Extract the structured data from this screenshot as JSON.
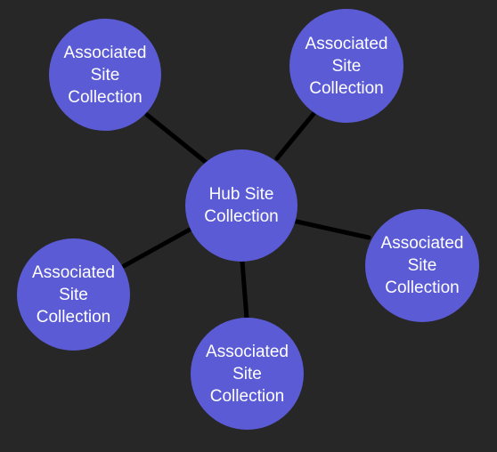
{
  "colors": {
    "background": "#272727",
    "node_fill": "#5B5BD6",
    "node_text": "#FFFFFF",
    "connector": "#000000"
  },
  "diagram": {
    "type": "hub-and-spoke",
    "hub": {
      "label": "Hub Site\nCollection"
    },
    "satellites": [
      {
        "label": "Associated\nSite\nCollection"
      },
      {
        "label": "Associated\nSite\nCollection"
      },
      {
        "label": "Associated\nSite\nCollection"
      },
      {
        "label": "Associated\nSite\nCollection"
      },
      {
        "label": "Associated\nSite\nCollection"
      }
    ]
  }
}
